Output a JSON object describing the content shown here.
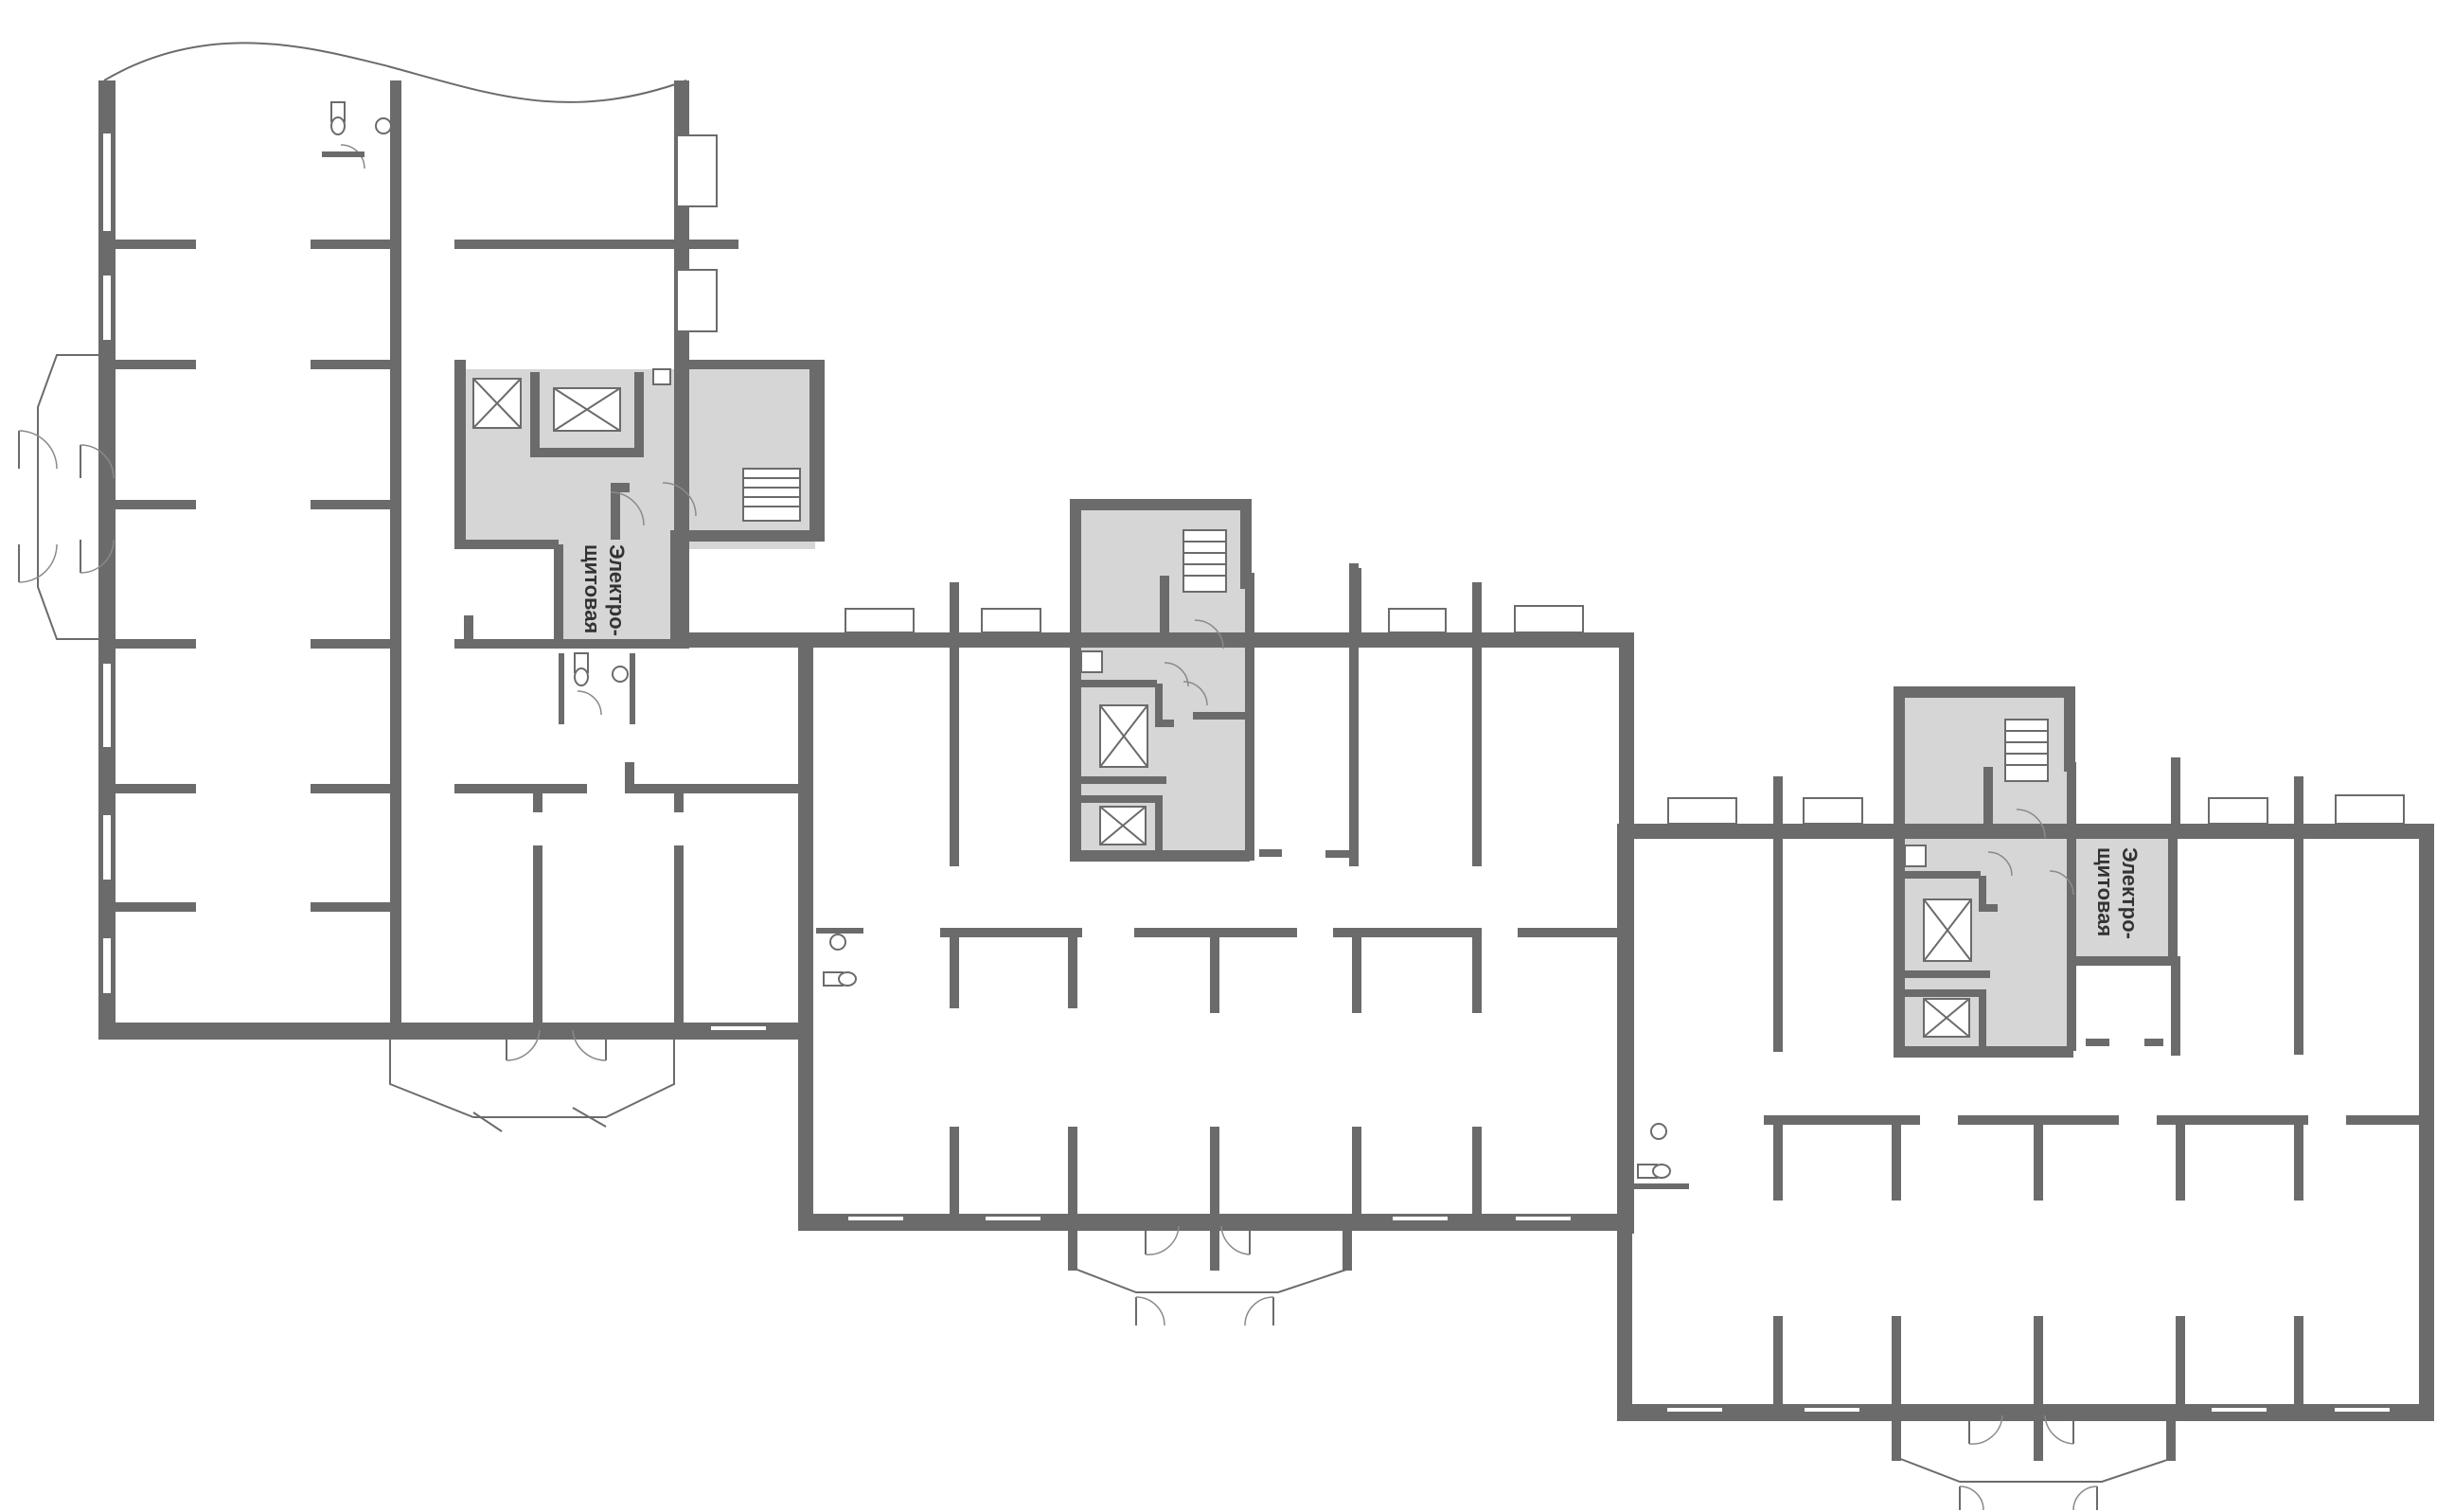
{
  "diagram": {
    "type": "floor-plan",
    "colors": {
      "wall": "#6b6b6b",
      "core_fill": "#d5d6d5",
      "background": "#ffffff"
    },
    "room_labels": [
      {
        "id": "electrical-room-1",
        "line1": "Электро-",
        "line2": "щитовая"
      },
      {
        "id": "electrical-room-2",
        "line1": "Электро-",
        "line2": "щитовая"
      }
    ],
    "icons": [
      "elevator-icon",
      "stair-icon",
      "toilet-icon",
      "sink-icon",
      "door-icon",
      "window-icon"
    ]
  }
}
